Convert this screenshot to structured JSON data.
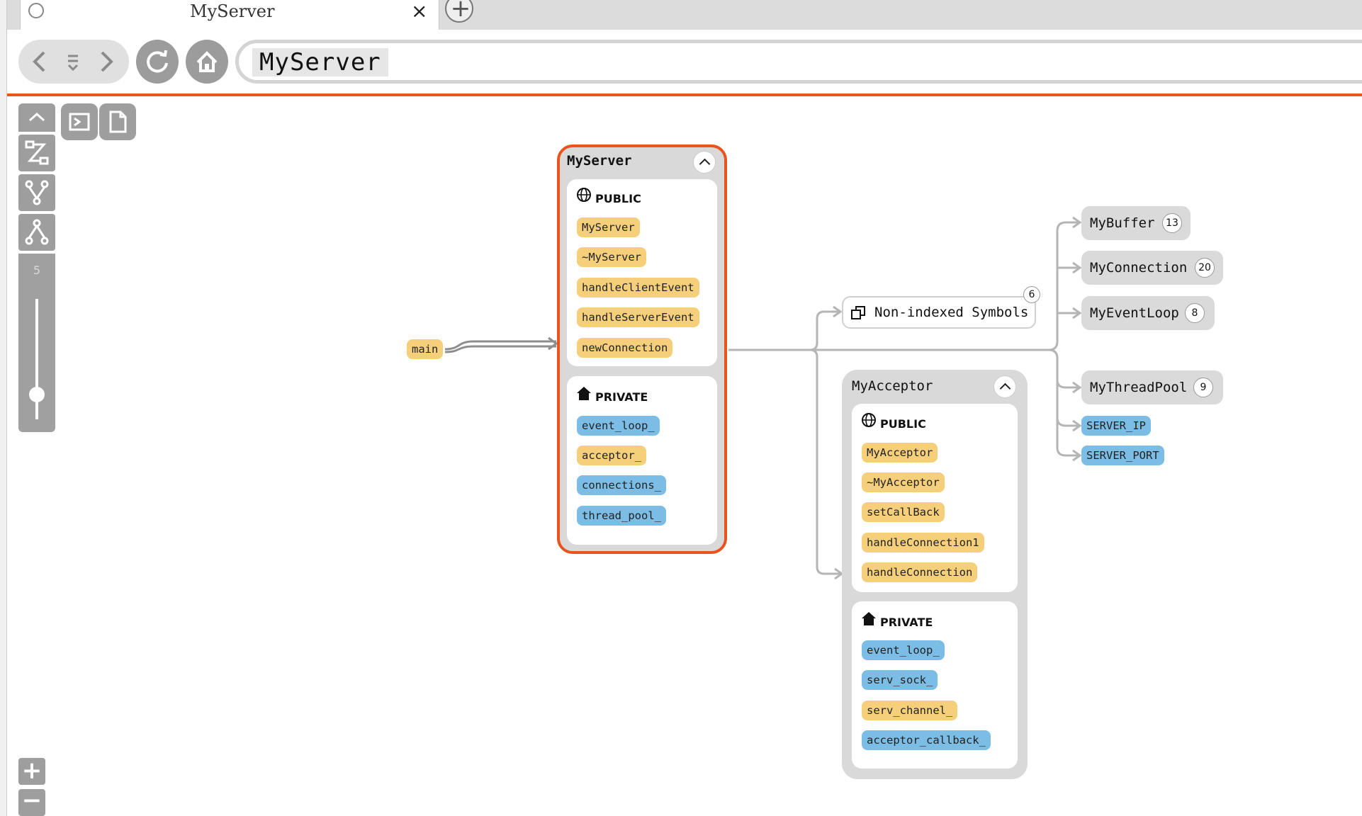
{
  "tab": {
    "title": "MyServer",
    "close": "×",
    "new_tab": "+"
  },
  "address": {
    "value": "MyServer"
  },
  "sidebar": {
    "depth_value": "5",
    "zoom_in": "+",
    "zoom_out": "−"
  },
  "graph": {
    "main_node": "main",
    "myserver": {
      "title": "MyServer",
      "public_label": "PUBLIC",
      "public_members": [
        "MyServer",
        "~MyServer",
        "handleClientEvent",
        "handleServerEvent",
        "newConnection"
      ],
      "private_label": "PRIVATE",
      "private_members": [
        "event_loop_",
        "acceptor_",
        "connections_",
        "thread_pool_"
      ]
    },
    "non_indexed": {
      "label": "Non-indexed Symbols",
      "count": "6"
    },
    "myacceptor": {
      "title": "MyAcceptor",
      "public_label": "PUBLIC",
      "public_members": [
        "MyAcceptor",
        "~MyAcceptor",
        "setCallBack",
        "handleConnection1",
        "handleConnection"
      ],
      "private_label": "PRIVATE",
      "private_members": [
        "event_loop_",
        "serv_sock_",
        "serv_channel_",
        "acceptor_callback_"
      ]
    },
    "targets": [
      {
        "name": "MyBuffer",
        "count": "13"
      },
      {
        "name": "MyConnection",
        "count": "20"
      },
      {
        "name": "MyEventLoop",
        "count": "8"
      },
      {
        "name": "MyThreadPool",
        "count": "9"
      },
      {
        "name": "SERVER_IP"
      },
      {
        "name": "SERVER_PORT"
      }
    ]
  },
  "colors": {
    "accent": "#e8531e",
    "function": "#f5cf7a",
    "variable": "#7cbde6",
    "node": "#d9d9d9"
  }
}
